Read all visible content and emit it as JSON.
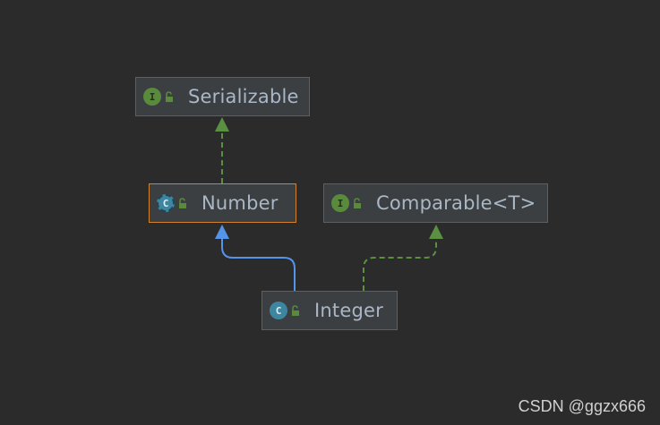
{
  "diagram": {
    "nodes": {
      "serializable": {
        "label": "Serializable",
        "kind_icon": "I",
        "kind": "interface-icon"
      },
      "number": {
        "label": "Number",
        "kind_icon": "C",
        "kind": "abstract-class-icon"
      },
      "comparable": {
        "label": "Comparable<T>",
        "kind_icon": "I",
        "kind": "interface-icon"
      },
      "integer": {
        "label": "Integer",
        "kind_icon": "C",
        "kind": "final-class-icon"
      }
    },
    "edges": [
      {
        "from": "Number",
        "to": "Serializable",
        "type": "implements",
        "style": "dashed",
        "color": "#5b8f41"
      },
      {
        "from": "Integer",
        "to": "Number",
        "type": "extends",
        "style": "solid",
        "color": "#5594e8"
      },
      {
        "from": "Integer",
        "to": "Comparable<T>",
        "type": "implements",
        "style": "dashed",
        "color": "#5b8f41"
      }
    ],
    "selected_node": "Number"
  },
  "colors": {
    "background": "#2b2b2b",
    "node_fill": "#3c3f41",
    "node_border": "#5e6060",
    "selected_border": "#d2822d",
    "implements_edge": "#5b8f41",
    "extends_edge": "#5594e8",
    "label_text": "#a9b7c6"
  },
  "watermark": "CSDN @ggzx666"
}
